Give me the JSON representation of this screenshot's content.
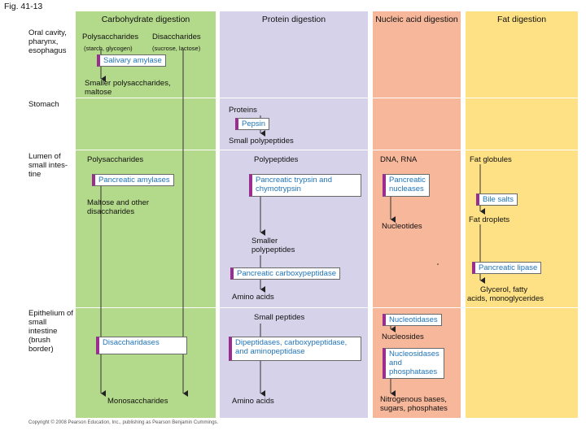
{
  "figure_label": "Fig. 41-13",
  "columns": {
    "carb": "Carbohydrate digestion",
    "prot": "Protein digestion",
    "nuc": "Nucleic acid digestion",
    "fat": "Fat digestion"
  },
  "rows": {
    "oral": "Oral cavity, pharynx, esophagus",
    "stomach": "Stomach",
    "lumen": "Lumen of small intes- tine",
    "epith": "Epithelium of small intestine (brush border)"
  },
  "carb": {
    "polysaccharides_oral": "Polysaccharides",
    "disaccharides_oral": "Disaccharides",
    "starch_note": "(starch, glycogen)",
    "sucrose_note": "(sucrose, lactose)",
    "salivary_amylase": "Salivary amylase",
    "smaller_polysacch_1": "Smaller polysaccharides,",
    "smaller_polysacch_2": "maltose",
    "polysaccharides_lumen": "Polysaccharides",
    "pancreatic_amylases": "Pancreatic amylases",
    "maltose_1": "Maltose and other",
    "maltose_2": "disaccharides",
    "disaccharidases": "Disaccharidases",
    "monosaccharides": "Monosaccharides"
  },
  "prot": {
    "proteins": "Proteins",
    "pepsin": "Pepsin",
    "small_polypeptides": "Small polypeptides",
    "polypeptides": "Polypeptides",
    "trypsin_1": "Pancreatic trypsin and",
    "trypsin_2": "chymotrypsin",
    "smaller_polypeptides_1": "Smaller",
    "smaller_polypeptides_2": "polypeptides",
    "carboxypeptidase": "Pancreatic carboxypeptidase",
    "amino_acids_lumen": "Amino acids",
    "small_peptides": "Small peptides",
    "dipeptidases_1": "Dipeptidases, carboxypeptidase,",
    "dipeptidases_2": "and aminopeptidase",
    "amino_acids_epith": "Amino acids"
  },
  "nuc": {
    "dna_rna": "DNA, RNA",
    "nucleases_1": "Pancreatic",
    "nucleases_2": "nucleases",
    "nucleotides": "Nucleotides",
    "nucleotidases": "Nucleotidases",
    "nucleosides": "Nucleosides",
    "nucleosidases_1": "Nucleosidases",
    "nucleosidases_2": "and",
    "nucleosidases_3": "phosphatases",
    "bases_1": "Nitrogenous bases,",
    "bases_2": "sugars, phosphates"
  },
  "fat": {
    "fat_globules": "Fat globules",
    "bile_salts": "Bile salts",
    "fat_droplets": "Fat droplets",
    "lipase": "Pancreatic lipase",
    "glycerol_1": "Glycerol, fatty",
    "glycerol_2": "acids, monoglycerides"
  },
  "copyright": "Copyright © 2008 Pearson Education, Inc., publishing as Pearson Benjamin Cummings.",
  "colors": {
    "carb_bg": "#b3d98a",
    "prot_bg": "#d6d2ea",
    "nuc_bg": "#f7b79a",
    "fat_bg": "#fde184",
    "enzyme_text": "#1f73b8",
    "enzyme_stripe": "#9a2d8f"
  }
}
